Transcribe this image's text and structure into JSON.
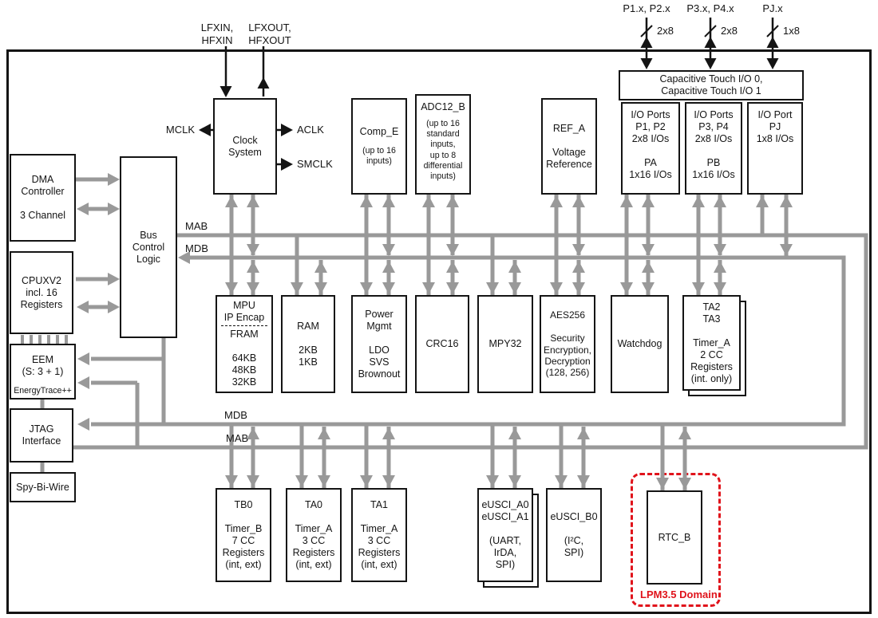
{
  "pins": {
    "p12": {
      "label": "P1.x, P2.x",
      "bus": "2x8"
    },
    "p34": {
      "label": "P3.x, P4.x",
      "bus": "2x8"
    },
    "pj": {
      "label": "PJ.x",
      "bus": "1x8"
    }
  },
  "crystal": {
    "in": "LFXIN,\nHFXIN",
    "out": "LFXOUT,\nHFXOUT"
  },
  "clock_signals": {
    "mclk": "MCLK",
    "aclk": "ACLK",
    "smclk": "SMCLK"
  },
  "bus_labels": {
    "mab_top": "MAB",
    "mdb_top": "MDB",
    "mdb_bottom": "MDB",
    "mab_bottom": "MAB"
  },
  "blocks": {
    "dma": "DMA\nController\n\n3 Channel",
    "bus_control": "Bus\nControl\nLogic",
    "cpu": "CPUXV2\nincl. 16\nRegisters",
    "eem": {
      "title": "EEM\n(S: 3 + 1)",
      "footer": "EnergyTrace++"
    },
    "jtag": "JTAG\nInterface",
    "spy_bi_wire": "Spy-Bi-Wire",
    "clock_system": "Clock\nSystem",
    "comp_e": {
      "title": "Comp_E",
      "sub": "(up to 16\ninputs)"
    },
    "adc12_b": {
      "title": "ADC12_B",
      "sub": "(up to 16\nstandard\ninputs,\nup to 8\ndifferential\ninputs)"
    },
    "ref_a": "REF_A\n\nVoltage\nReference",
    "cap_touch": "Capacitive Touch I/O 0,\nCapacitive Touch I/O 1",
    "io_p12": "I/O Ports\nP1, P2\n2x8 I/Os\n\nPA\n1x16 I/Os",
    "io_p34": "I/O Ports\nP3, P4\n2x8 I/Os\n\nPB\n1x16 I/Os",
    "io_pj": "I/O Port\nPJ\n1x8 I/Os",
    "mpu": {
      "top": "MPU\nIP Encap",
      "bottom": "FRAM\n\n64KB\n48KB\n32KB"
    },
    "ram": "RAM\n\n2KB\n1KB",
    "power_mgmt": "Power\nMgmt\n\nLDO\nSVS\nBrownout",
    "crc16": "CRC16",
    "mpy32": "MPY32",
    "aes256": "AES256\n\nSecurity\nEncryption,\nDecryption\n(128, 256)",
    "watchdog": "Watchdog",
    "ta2_ta3": "TA2\nTA3\n\nTimer_A\n2 CC\nRegisters\n(int. only)",
    "tb0": "TB0\n\nTimer_B\n7 CC\nRegisters\n(int, ext)",
    "ta0": "TA0\n\nTimer_A\n3 CC\nRegisters\n(int, ext)",
    "ta1": "TA1\n\nTimer_A\n3 CC\nRegisters\n(int, ext)",
    "eusci_a": "eUSCI_A0\neUSCI_A1\n\n(UART,\nIrDA,\nSPI)",
    "eusci_b": "eUSCI_B0\n\n(I²C,\nSPI)",
    "rtc_b": "RTC_B"
  },
  "lpm_domain": {
    "label": "LPM3.5 Domain"
  },
  "colors": {
    "wire_gray": "#999999",
    "line_black": "#141414",
    "lpm_red": "#e0131b"
  }
}
